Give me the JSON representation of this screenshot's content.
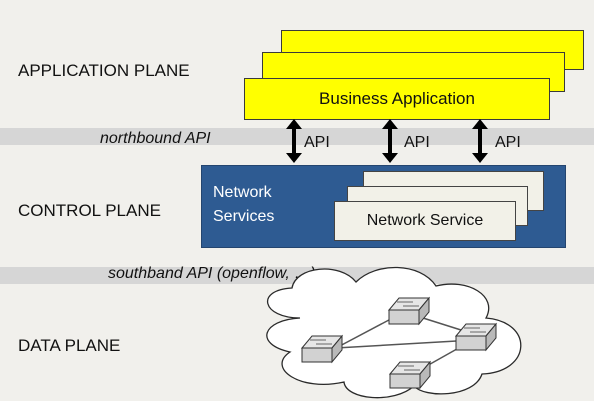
{
  "planes": {
    "application": "APPLICATION PLANE",
    "control": "CONTROL PLANE",
    "data": "DATA PLANE"
  },
  "interfaces": {
    "northbound": "northbound API",
    "southbound": "southband API (openflow, …)"
  },
  "application_box": {
    "label": "Business Application",
    "stack_count": 3
  },
  "control_box": {
    "title_line1": "Network",
    "title_line2": "Services",
    "card_label": "Network Service",
    "stack_count": 3
  },
  "api_arrows": [
    "API",
    "API",
    "API"
  ],
  "data_plane": {
    "switch_count": 4,
    "icon": "network-switch-icon"
  },
  "colors": {
    "plane_background": "#f1f0ec",
    "separator": "#d6d6d6",
    "application_yellow": "#ffff00",
    "control_blue": "#2e5b92",
    "service_card": "#f2f1e8"
  }
}
